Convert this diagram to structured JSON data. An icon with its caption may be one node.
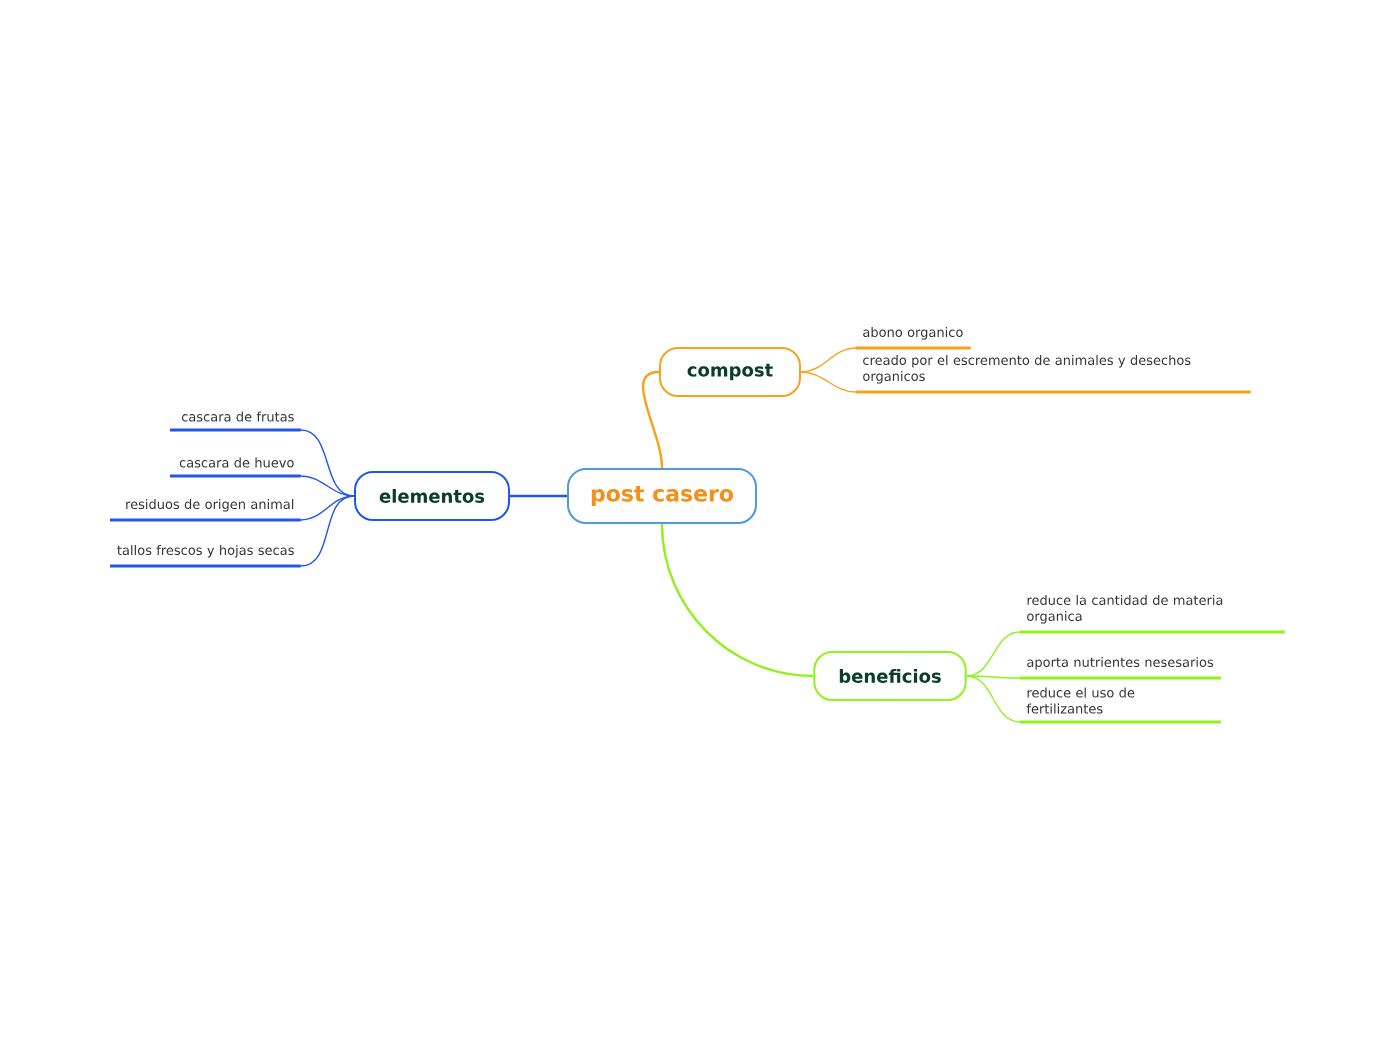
{
  "diagram": {
    "nodes": [
      {
        "text": [
          "post casero"
        ]
      },
      {
        "text": [
          "compost"
        ]
      },
      {
        "text": [
          "abono organico"
        ]
      },
      {
        "text": [
          "creado por el escremento de animales y desechos organicos"
        ]
      },
      {
        "text": [
          "beneficios"
        ]
      },
      {
        "text": [
          "reduce la cantidad de materia organica"
        ]
      },
      {
        "text": [
          "aporta nutrientes nesesarios"
        ]
      },
      {
        "text": [
          "reduce el uso de fertilizantes"
        ]
      },
      {
        "text": [
          "elementos"
        ]
      },
      {
        "text": [
          "cascara de frutas"
        ]
      },
      {
        "text": [
          "cascara de huevo"
        ]
      },
      {
        "text": [
          "residuos de origen animal"
        ]
      },
      {
        "text": [
          "tallos frescos y hojas secas"
        ]
      }
    ],
    "edges": [
      {
        "from": 0,
        "to": 1,
        "arrow": "none",
        "color": "#f7a21b"
      },
      {
        "from": 1,
        "to": 2,
        "arrow": "none",
        "color": "#f7a21b"
      },
      {
        "from": 1,
        "to": 3,
        "arrow": "none",
        "color": "#f7a21b"
      },
      {
        "from": 0,
        "to": 4,
        "arrow": "none",
        "color": "#8ff21c"
      },
      {
        "from": 4,
        "to": 5,
        "arrow": "none",
        "color": "#8ff21c"
      },
      {
        "from": 4,
        "to": 6,
        "arrow": "none",
        "color": "#8ff21c"
      },
      {
        "from": 4,
        "to": 7,
        "arrow": "none",
        "color": "#8ff21c"
      },
      {
        "from": 0,
        "to": 8,
        "arrow": "none",
        "color": "#2256e8"
      },
      {
        "from": 8,
        "to": 9,
        "arrow": "none",
        "color": "#2256e8"
      },
      {
        "from": 8,
        "to": 10,
        "arrow": "none",
        "color": "#2256e8"
      },
      {
        "from": 8,
        "to": 11,
        "arrow": "none",
        "color": "#2256e8"
      },
      {
        "from": 8,
        "to": 12,
        "arrow": "none",
        "color": "#2256e8"
      }
    ]
  }
}
